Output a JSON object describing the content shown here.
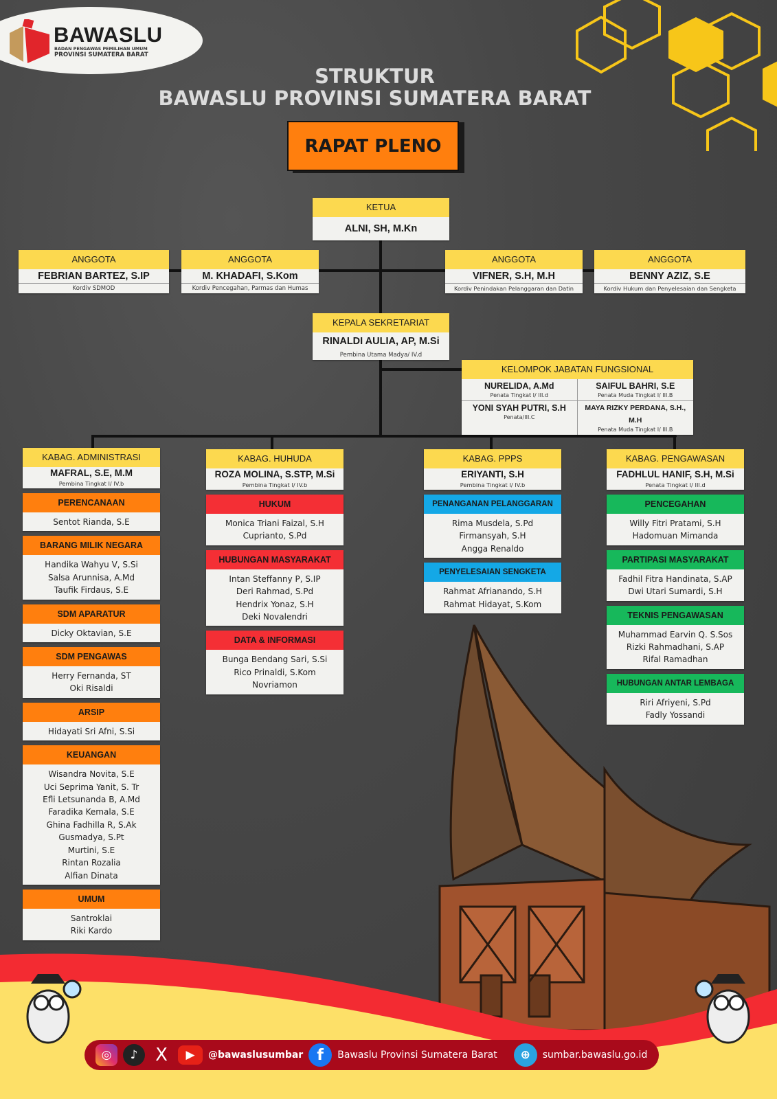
{
  "logo": {
    "name": "BAWASLU",
    "sub1": "BADAN PENGAWAS PEMILIHAN UMUM",
    "sub2": "PROVINSI SUMATERA BARAT"
  },
  "title": {
    "line1": "STRUKTUR",
    "line2": "BAWASLU PROVINSI SUMATERA BARAT"
  },
  "pleno": "RAPAT PLENO",
  "ketua": {
    "role": "KETUA",
    "name": "ALNI, SH, M.Kn"
  },
  "anggota": [
    {
      "role": "ANGGOTA",
      "name": "FEBRIAN BARTEZ, S.IP",
      "desc": "Kordiv SDMOD"
    },
    {
      "role": "ANGGOTA",
      "name": "M. KHADAFI, S.Kom",
      "desc": "Kordiv Pencegahan, Parmas dan Humas"
    },
    {
      "role": "ANGGOTA",
      "name": "VIFNER, S.H, M.H",
      "desc": "Kordiv Penindakan Pelanggaran dan Datin"
    },
    {
      "role": "ANGGOTA",
      "name": "BENNY AZIZ, S.E",
      "desc": "Kordiv Hukum dan Penyelesaian dan Sengketa"
    }
  ],
  "sekretariat": {
    "role": "KEPALA SEKRETARIAT",
    "name": "RINALDI AULIA, AP, M.Si",
    "rank": "Pembina Utama Madya/ IV.d"
  },
  "kjf": {
    "title": "KELOMPOK JABATAN FUNGSIONAL",
    "members": [
      {
        "name": "NURELIDA, A.Md",
        "rank": "Penata Tingkat I/ III.d"
      },
      {
        "name": "SAIFUL BAHRI, S.E",
        "rank": "Penata Muda Tingkat I/ III.B"
      },
      {
        "name": "YONI SYAH PUTRI, S.H",
        "rank": "Penata/III.C"
      },
      {
        "name": "MAYA RIZKY PERDANA, S.H., M.H",
        "rank": "Penata Muda Tingkat I/ III.B"
      }
    ]
  },
  "colors": {
    "yellow": "#fcd94f",
    "orange": "#ff7f0e",
    "red": "#f42f35",
    "blue": "#14a8e6",
    "green": "#17b85b",
    "footer": "#a90a1b"
  },
  "divisions": [
    {
      "kabag": "KABAG. ADMINISTRASI",
      "name": "MAFRAL, S.E, M.M",
      "rank": "Pembina Tingkat I/ IV.b",
      "color": "#ff7f0e",
      "sections": [
        {
          "title": "PERENCANAAN",
          "people": [
            "Sentot Rianda, S.E"
          ]
        },
        {
          "title": "BARANG MILIK NEGARA",
          "people": [
            "Handika Wahyu V, S.Si",
            "Salsa Arunnisa, A.Md",
            "Taufik Firdaus, S.E"
          ]
        },
        {
          "title": "SDM APARATUR",
          "people": [
            "Dicky Oktavian, S.E"
          ]
        },
        {
          "title": "SDM PENGAWAS",
          "people": [
            "Herry Fernanda, ST",
            "Oki Risaldi"
          ]
        },
        {
          "title": "ARSIP",
          "people": [
            "Hidayati Sri Afni, S.Si"
          ]
        },
        {
          "title": "KEUANGAN",
          "people": [
            "Wisandra Novita, S.E",
            "Uci Seprima Yanit, S. Tr",
            "Efli Letsunanda B, A.Md",
            "Faradika Kemala, S.E",
            "Ghina Fadhilla R, S.Ak",
            "Gusmadya, S.Pt",
            "Murtini, S.E",
            "Rintan Rozalia",
            "Alfian Dinata"
          ]
        },
        {
          "title": "UMUM",
          "people": [
            "Santroklai",
            "Riki Kardo"
          ]
        }
      ]
    },
    {
      "kabag": "KABAG. HUHUDA",
      "name": "ROZA MOLINA, S.STP, M.Si",
      "rank": "Pembina Tingkat I/ IV.b",
      "color": "#f42f35",
      "sections": [
        {
          "title": "HUKUM",
          "people": [
            "Monica Triani Faizal, S.H",
            "Cuprianto, S.Pd"
          ]
        },
        {
          "title": "HUBUNGAN MASYARAKAT",
          "people": [
            "Intan Steffanny P, S.IP",
            "Deri Rahmad, S.Pd",
            "Hendrix Yonaz, S.H",
            "Deki Novalendri"
          ]
        },
        {
          "title": "DATA & INFORMASI",
          "people": [
            "Bunga Bendang Sari, S.Si",
            "Rico Prinaldi, S.Kom",
            "Novriamon"
          ]
        }
      ]
    },
    {
      "kabag": "KABAG. PPPS",
      "name": "ERIYANTI, S.H",
      "rank": "Pembina Tingkat I/ IV.b",
      "color": "#14a8e6",
      "sections": [
        {
          "title": "PENANGANAN PELANGGARAN",
          "people": [
            "Rima Musdela, S.Pd",
            "Firmansyah, S.H",
            "Angga Renaldo"
          ]
        },
        {
          "title": "PENYELESAIAN SENGKETA",
          "people": [
            "Rahmat Afrianando, S.H",
            "Rahmat Hidayat, S.Kom"
          ]
        }
      ]
    },
    {
      "kabag": "KABAG. PENGAWASAN",
      "name": "FADHLUL HANIF, S.H, M.Si",
      "rank": "Penata Tingkat I/ III.d",
      "color": "#17b85b",
      "sections": [
        {
          "title": "PENCEGAHAN",
          "people": [
            "Willy Fitri Pratami, S.H",
            "Hadomuan Mimanda"
          ]
        },
        {
          "title": "PARTIPASI MASYARAKAT",
          "people": [
            "Fadhil Fitra Handinata, S.AP",
            "Dwi Utari Sumardi, S.H"
          ]
        },
        {
          "title": "TEKNIS PENGAWASAN",
          "people": [
            "Muhammad Earvin Q. S.Sos",
            "Rizki Rahmadhani, S.AP",
            "Rifal Ramadhan"
          ]
        },
        {
          "title": "HUBUNGAN ANTAR LEMBAGA",
          "people": [
            "Riri Afriyeni, S.Pd",
            "Fadly Yossandi"
          ]
        }
      ]
    }
  ],
  "footer": {
    "handle": "@bawaslusumbar",
    "facebook": "Bawaslu Provinsi Sumatera Barat",
    "website": "sumbar.bawaslu.go.id",
    "icons": [
      "instagram-icon",
      "tiktok-icon",
      "x-icon",
      "youtube-icon",
      "facebook-icon",
      "globe-icon"
    ]
  }
}
